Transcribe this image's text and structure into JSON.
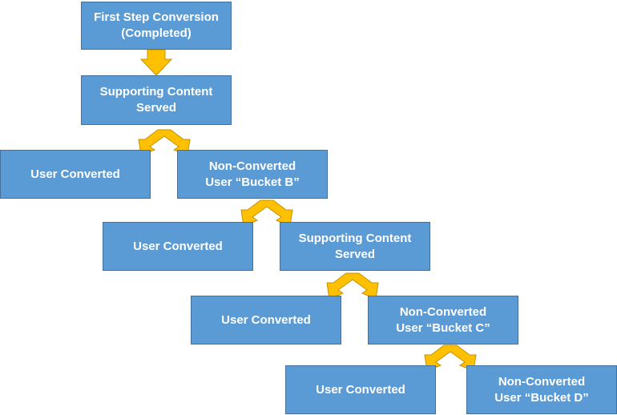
{
  "diagram": {
    "title": "",
    "colors": {
      "node_fill": "#5b9bd5",
      "node_border": "#41719c",
      "node_text": "#ffffff",
      "arrow_fill": "#ffc000"
    },
    "nodes": [
      {
        "id": "first-step",
        "label": "First Step Conversion\n(Completed)"
      },
      {
        "id": "supporting-1",
        "label": "Supporting Content\nServed"
      },
      {
        "id": "converted-1",
        "label": "User Converted"
      },
      {
        "id": "bucket-b",
        "label": "Non-Converted\nUser “Bucket B”"
      },
      {
        "id": "converted-2",
        "label": "User Converted"
      },
      {
        "id": "supporting-2",
        "label": "Supporting Content\nServed"
      },
      {
        "id": "converted-3",
        "label": "User Converted"
      },
      {
        "id": "bucket-c",
        "label": "Non-Converted\nUser “Bucket C”"
      },
      {
        "id": "converted-4",
        "label": "User Converted"
      },
      {
        "id": "bucket-d",
        "label": "Non-Converted\nUser “Bucket D”"
      }
    ],
    "edges": [
      {
        "from": "first-step",
        "to": "supporting-1",
        "shape": "down-arrow"
      },
      {
        "from": "supporting-1",
        "to": [
          "converted-1",
          "bucket-b"
        ],
        "shape": "split-arrow"
      },
      {
        "from": "bucket-b",
        "to": [
          "converted-2",
          "supporting-2"
        ],
        "shape": "split-arrow"
      },
      {
        "from": "supporting-2",
        "to": [
          "converted-3",
          "bucket-c"
        ],
        "shape": "split-arrow"
      },
      {
        "from": "bucket-c",
        "to": [
          "converted-4",
          "bucket-d"
        ],
        "shape": "split-arrow"
      }
    ]
  }
}
